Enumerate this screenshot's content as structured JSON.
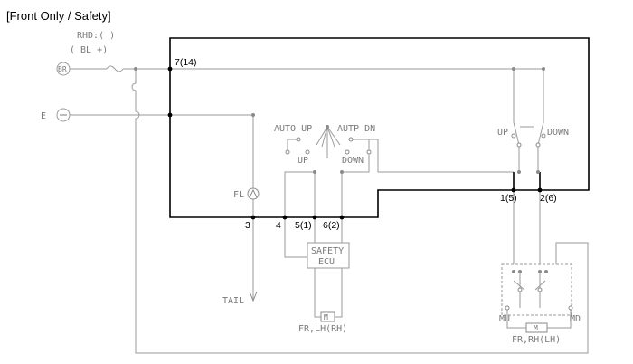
{
  "heading": "[Front Only / Safety]",
  "supply": {
    "rhd": "RHD:( )",
    "bl": "( BL +)",
    "br": "BR",
    "e": "E"
  },
  "pins": {
    "p7": "7(14)",
    "p1": "1(5)",
    "p2": "2(6)",
    "p3": "3",
    "p4": "4",
    "p5": "5(1)",
    "p6": "6(2)"
  },
  "labels": {
    "auto_up": "AUTO UP",
    "autp_dn": "AUTP DN",
    "up": "UP",
    "down": "DOWN",
    "up_right": "UP",
    "down_right": "DOWN",
    "fl": "FL",
    "tail": "TAIL",
    "safety": "SAFETY",
    "ecu": "ECU",
    "motor_left": "FR,LH(RH)",
    "motor_right": "FR,RH(LH)",
    "mu": "MU",
    "md": "MD",
    "m": "M"
  },
  "colors": {
    "main_wire": "#000000",
    "aux_wire": "#9a9a9a",
    "label_text": "#7a7a7a",
    "heading_text": "#000000"
  }
}
